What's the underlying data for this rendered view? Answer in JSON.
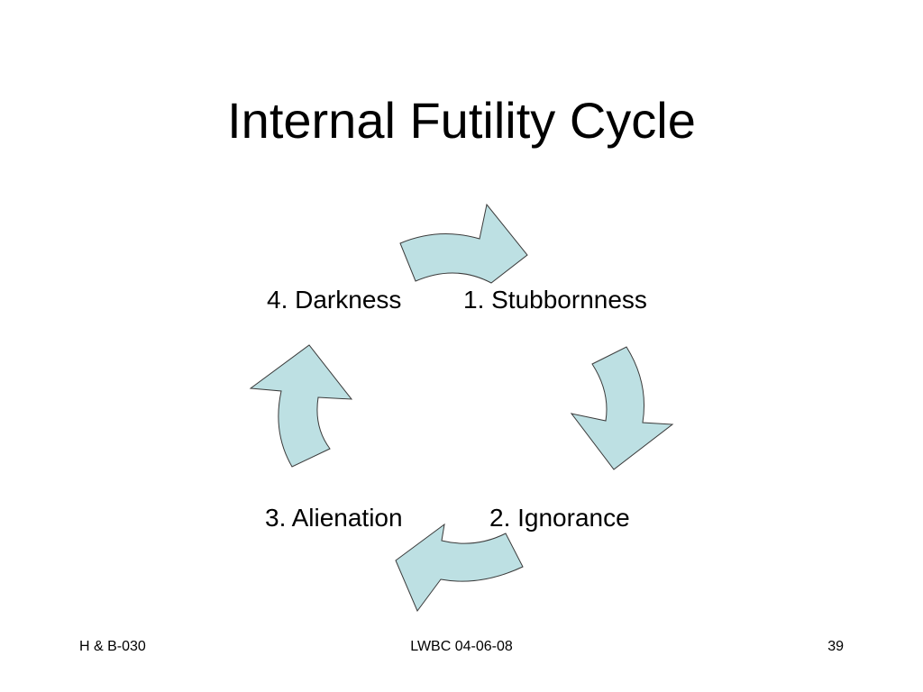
{
  "slide": {
    "title": "Internal Futility Cycle"
  },
  "cycle": {
    "steps": [
      {
        "label": "1. Stubbornness"
      },
      {
        "label": "2. Ignorance"
      },
      {
        "label": "3. Alienation"
      },
      {
        "label": "4. Darkness"
      }
    ],
    "arrow_fill_color": "#bde0e3",
    "arrow_stroke_color": "#3a3a3a"
  },
  "footer": {
    "left": "H & B-030",
    "center": "LWBC 04-06-08",
    "page_number": "39"
  }
}
